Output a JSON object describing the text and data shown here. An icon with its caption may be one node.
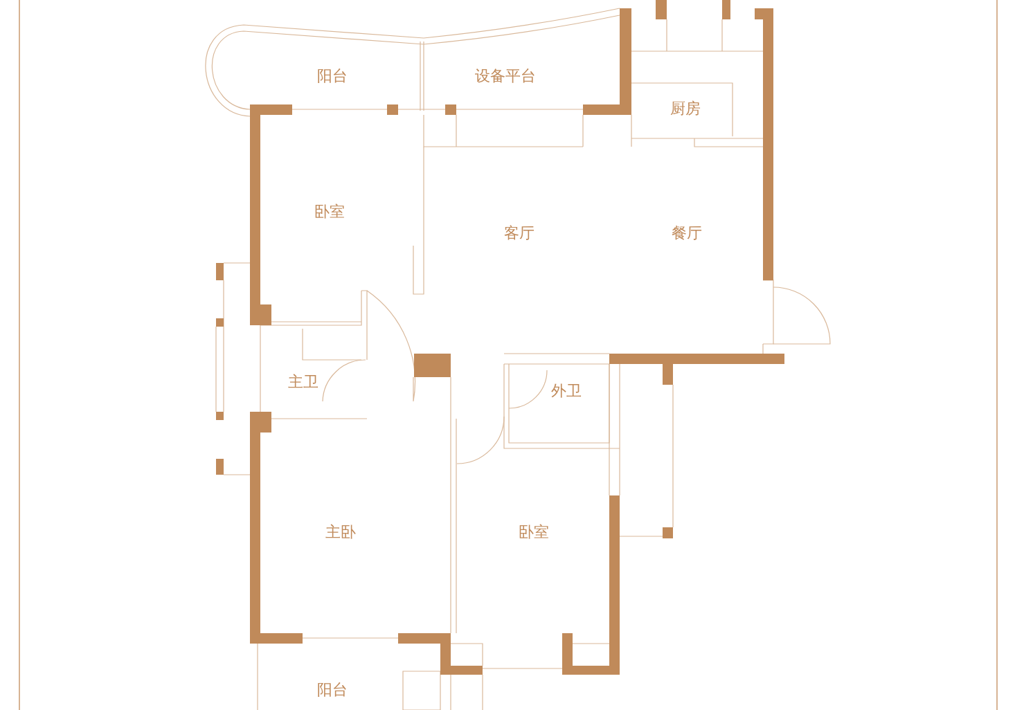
{
  "diagram": {
    "labels": [
      "阳台",
      "设备平台",
      "厨房",
      "卧室",
      "客厅",
      "餐厅",
      "主卫",
      "外卫",
      "主卧",
      "卧室",
      "阳台"
    ]
  }
}
